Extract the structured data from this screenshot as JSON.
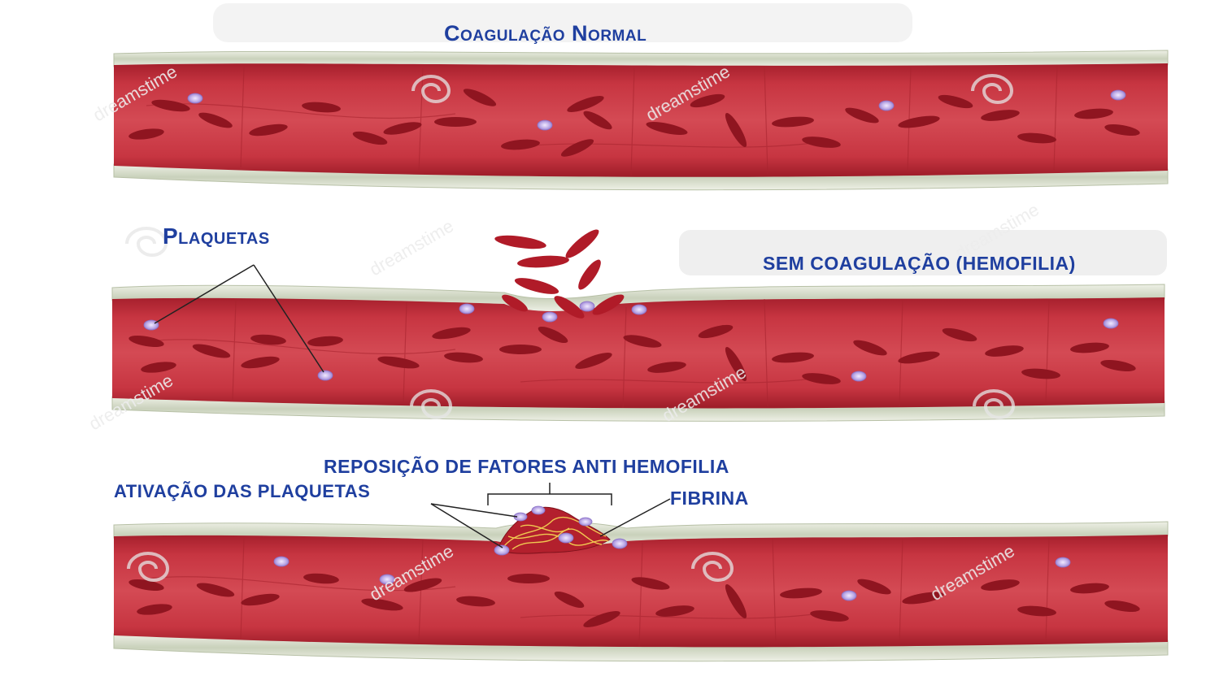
{
  "labels": {
    "title_normal": "Coagulação Normal",
    "plaquetas": "Plaquetas",
    "title_hemofilia": "SEM COAGULAÇÃO (HEMOFILIA)",
    "reposicao": "REPOSIÇÃO DE FATORES ANTI HEMOFILIA",
    "ativacao": "ATIVAÇÃO DAS PLAQUETAS",
    "fibrina": "FIBRINA"
  },
  "colors": {
    "label_text": "#1f3f9f",
    "vessel_red": "#c42f3c",
    "vessel_dark": "#9e1b28",
    "red_cell": "#8f1520",
    "platelet": "#b9a7e0",
    "vessel_wall": "#cfd6c2",
    "watermark": "#e8e8e8"
  },
  "watermark_text": "dreamstime"
}
